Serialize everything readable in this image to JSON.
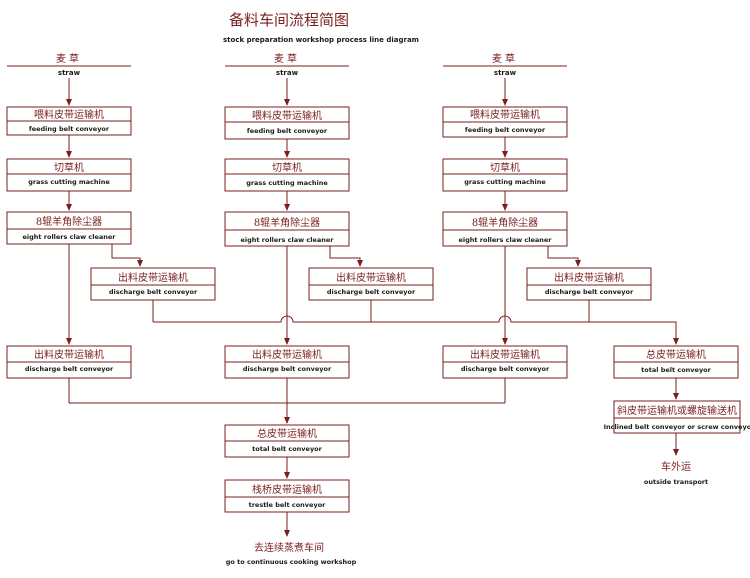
{
  "title": {
    "zh": "备料车间流程简图",
    "en": "stock preparation workshop process line diagram"
  },
  "source": {
    "zh": "麦草",
    "en": "straw"
  },
  "labels": {
    "feeding": {
      "zh": "喂料皮带运输机",
      "en": "feeding belt conveyor"
    },
    "cutting": {
      "zh": "切草机",
      "en": "grass cutting machine"
    },
    "cleaner": {
      "zh": "8辊羊角除尘器",
      "en": "eight rollers claw cleaner"
    },
    "discharge": {
      "zh": "出料皮带运输机",
      "en": "discharge belt conveyor"
    },
    "total": {
      "zh": "总皮带运输机",
      "en": "total belt conveyor"
    },
    "trestle": {
      "zh": "栈桥皮带运输机",
      "en": "trestle belt conveyor"
    },
    "inclined": {
      "zh": "斜皮带运输机或螺旋输送机",
      "en": "Inclined belt conveyor or screw conveyor"
    }
  },
  "outputs": {
    "cooking": {
      "zh": "去连续蒸煮车间",
      "en": "go to continuous cooking workshop"
    },
    "outside": {
      "zh": "车外运",
      "en": "outside transport"
    }
  },
  "colors": {
    "line": "#7a1f1f",
    "chinese_text": "#7a1f1f",
    "english_text": "#1a1a1a"
  }
}
